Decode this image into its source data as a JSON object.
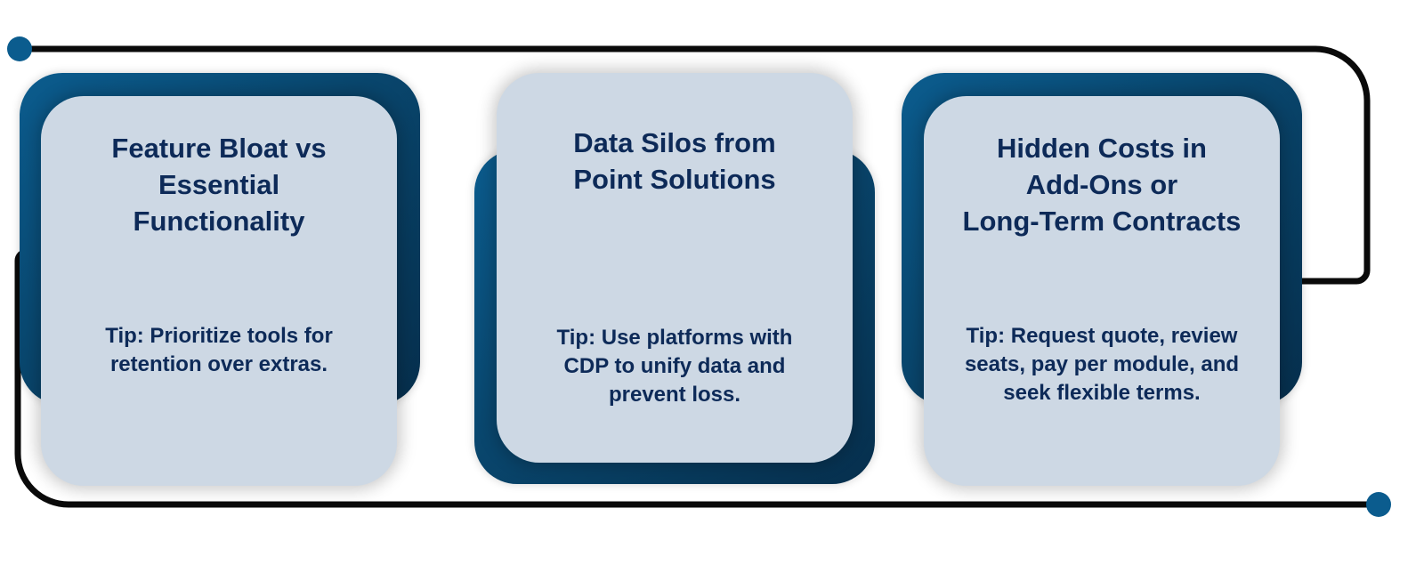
{
  "colors": {
    "card_fill": "#cdd8e4",
    "panel_dark": "#062f4d",
    "panel_mid": "#0b5c8e",
    "text": "#0d2a58",
    "connector_line": "#0a0a0a",
    "endpoint_dot": "#0b5c8e"
  },
  "cards": [
    {
      "title": "Feature Bloat vs\nEssential\nFunctionality",
      "tip": "Tip: Prioritize tools for\nretention over extras."
    },
    {
      "title": "Data Silos from\nPoint Solutions",
      "tip": "Tip: Use platforms with\nCDP to unify data and\nprevent loss."
    },
    {
      "title": "Hidden Costs in\nAdd-Ons or\nLong-Term Contracts",
      "tip": "Tip: Request quote, review\nseats, pay per module, and\nseek flexible terms."
    }
  ]
}
